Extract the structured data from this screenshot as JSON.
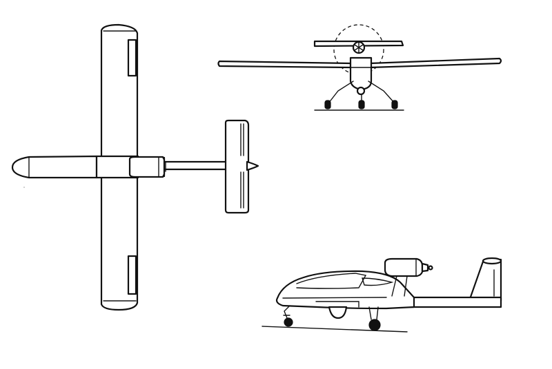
{
  "drawing": {
    "views": [
      "plan-view",
      "front-view",
      "side-view"
    ],
    "colors": {
      "line": "#111111",
      "background": "#ffffff"
    }
  }
}
